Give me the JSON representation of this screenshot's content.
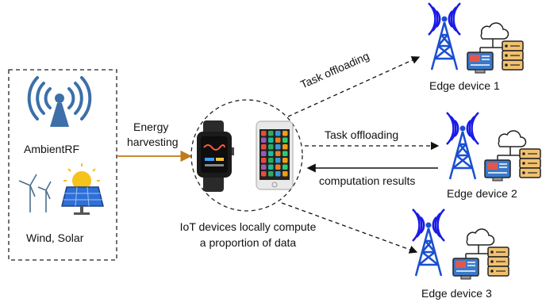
{
  "sources": {
    "ambient_label": "AmbientRF",
    "renewable_label": "Wind, Solar"
  },
  "energy_arrow": {
    "line1": "Energy",
    "line2": "harvesting"
  },
  "center": {
    "caption_line1": "IoT devices locally compute",
    "caption_line2": "a proportion of data"
  },
  "links": {
    "offload_top": "Task offloading",
    "offload_mid": "Task offloading",
    "results": "computation results"
  },
  "edges": [
    {
      "label": "Edge device 1"
    },
    {
      "label": "Edge device 2"
    },
    {
      "label": "Edge device 3"
    }
  ],
  "colors": {
    "tower": "#1a4fd0",
    "signal": "#1a1ae6",
    "harvest_arrow": "#c07a18",
    "panel": "#2f6fd6",
    "sun": "#f6c21c",
    "server": "#f2c170",
    "monitor": "#3b78c9"
  },
  "icons": [
    "rf-antenna-icon",
    "wind-turbine-icon",
    "solar-panel-icon",
    "smartwatch-icon",
    "smartphone-icon",
    "edge-tower-icon",
    "cloud-server-icon"
  ]
}
